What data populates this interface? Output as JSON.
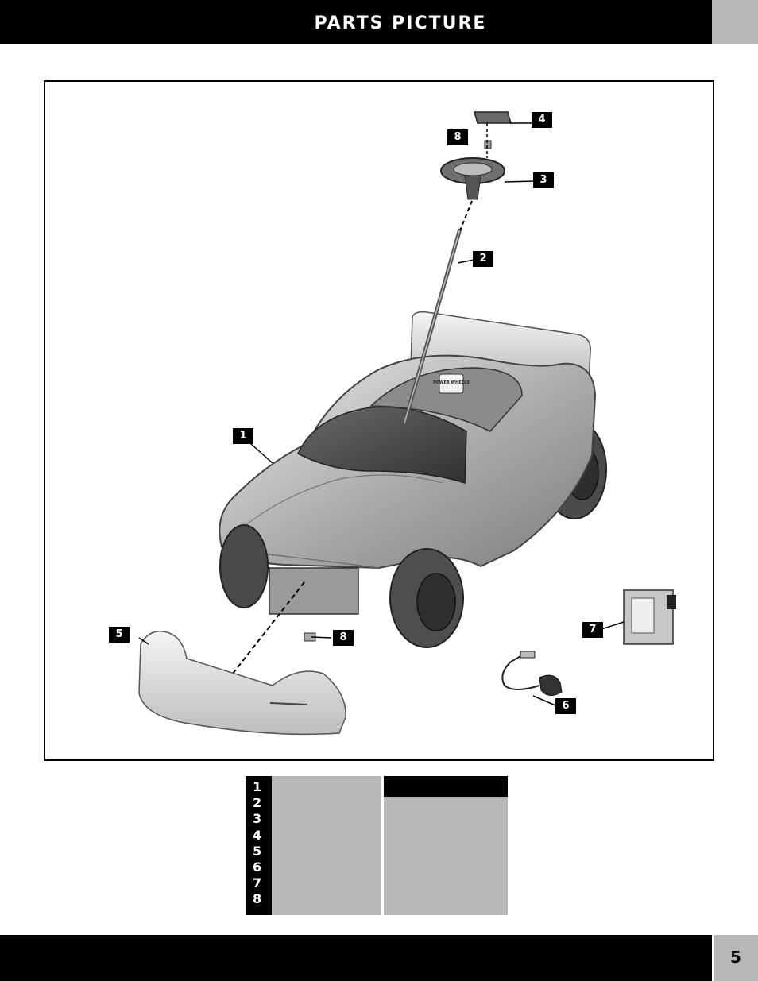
{
  "header": {
    "title": "PARTS PICTURE"
  },
  "parts_picture": {
    "callouts": [
      "1",
      "2",
      "3",
      "4",
      "5",
      "6",
      "7",
      "8",
      "8"
    ],
    "decal_text": "POWER WHEELS",
    "icons": [
      "ride-on-car-body",
      "steering-column",
      "steering-wheel",
      "steering-wheel-cover",
      "front-bumper",
      "battery-charger",
      "battery",
      "hardware-fastener"
    ]
  },
  "parts_table": {
    "numbers": [
      "1",
      "2",
      "3",
      "4",
      "5",
      "6",
      "7",
      "8"
    ]
  },
  "footer": {
    "page_number": "5"
  }
}
